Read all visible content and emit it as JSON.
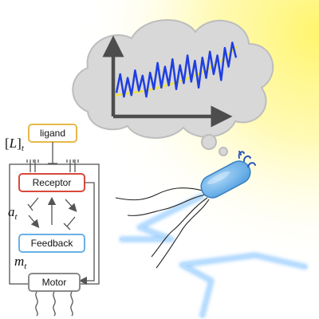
{
  "labels": {
    "ligand": "ligand",
    "receptor": "Receptor",
    "feedback": "Feedback",
    "motor": "Motor",
    "ligand_conc_bracket_open": "[",
    "ligand_conc_symbol": "L",
    "ligand_conc_bracket_close": "]",
    "ligand_conc_sub": "t",
    "activity_symbol": "a",
    "activity_sub": "t",
    "methylation_symbol": "m",
    "methylation_sub": "t"
  },
  "colors": {
    "glow": "#fff56e",
    "cloud_fill": "#d8d8d8",
    "cloud_stroke": "#bdbdbd",
    "axes": "#4d4d4d",
    "signal_trace": "#1f3ee0",
    "trend_curve": "#f2e33c",
    "ligand_box": "#e6b84a",
    "receptor_box": "#d9483b",
    "feedback_box": "#6ab0e6",
    "motor_box": "#8a8a8a",
    "bacterium_body": "#74b8ec",
    "bacterium_outline": "#3a7fbf",
    "receptor_tips": "#2a55b8",
    "trajectory": "#9fd0ff"
  },
  "chart_data": {
    "type": "line",
    "title": "",
    "xlabel": "",
    "ylabel": "",
    "grid": false,
    "xlim": [
      0,
      32
    ],
    "ylim": [
      0,
      10
    ],
    "series": [
      {
        "values": [
          [
            0,
            2.5
          ],
          [
            1,
            5.0
          ],
          [
            2,
            2.0
          ],
          [
            3,
            4.5
          ],
          [
            4,
            2.2
          ],
          [
            5,
            5.5
          ],
          [
            6,
            2.8
          ],
          [
            7,
            4.8
          ],
          [
            8,
            2.0
          ],
          [
            9,
            5.2
          ],
          [
            10,
            3.0
          ],
          [
            11,
            6.5
          ],
          [
            12,
            3.2
          ],
          [
            13,
            6.0
          ],
          [
            14,
            3.5
          ],
          [
            15,
            7.0
          ],
          [
            16,
            3.0
          ],
          [
            17,
            6.2
          ],
          [
            18,
            3.8
          ],
          [
            19,
            7.5
          ],
          [
            20,
            4.0
          ],
          [
            21,
            6.8
          ],
          [
            22,
            3.2
          ],
          [
            23,
            7.2
          ],
          [
            24,
            4.5
          ],
          [
            25,
            8.0
          ],
          [
            26,
            5.0
          ],
          [
            27,
            7.5
          ],
          [
            28,
            4.2
          ],
          [
            29,
            8.5
          ],
          [
            30,
            6.0
          ],
          [
            31,
            9.2
          ],
          [
            32,
            7.2
          ]
        ]
      },
      {
        "values": [
          [
            0,
            2.2
          ],
          [
            4,
            2.5
          ],
          [
            8,
            2.8
          ],
          [
            12,
            3.3
          ],
          [
            16,
            3.9
          ],
          [
            20,
            4.6
          ],
          [
            24,
            5.5
          ],
          [
            28,
            6.8
          ],
          [
            32,
            8.6
          ]
        ]
      }
    ]
  }
}
